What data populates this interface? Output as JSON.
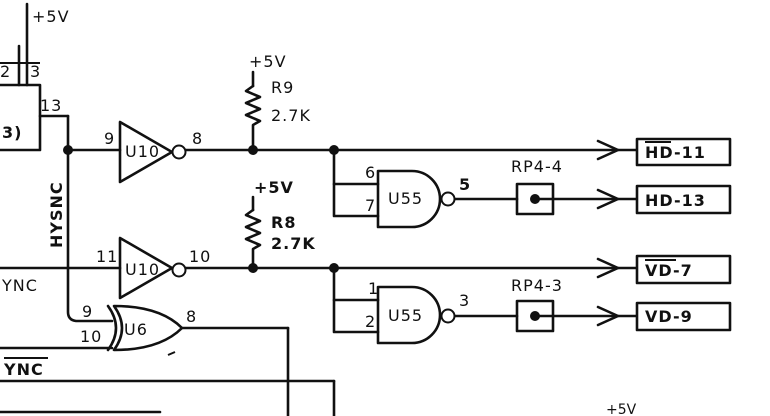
{
  "power": {
    "top_left": "+5V",
    "r9": "+5V",
    "r8": "+5V",
    "bottom_right": "+5V"
  },
  "ic_left": {
    "pin_2": "2",
    "pin_3": "3",
    "pin_13": "13",
    "fragment": "3)"
  },
  "nets": {
    "hysnc": "HYSNC",
    "ync": "YNC",
    "ync_bar": "YNC"
  },
  "u10_a": {
    "label": "U10",
    "pin_in": "9",
    "pin_out": "8"
  },
  "u10_b": {
    "label": "U10",
    "pin_in": "11",
    "pin_out": "10"
  },
  "r9": {
    "name": "R9",
    "value": "2.7K"
  },
  "r8": {
    "name": "R8",
    "value": "2.7K"
  },
  "u55_top": {
    "label": "U55",
    "pin_a": "6",
    "pin_b": "7",
    "pin_out": "5"
  },
  "u55_bottom": {
    "label": "U55",
    "pin_a": "1",
    "pin_b": "2",
    "pin_out": "3"
  },
  "u6": {
    "label": "U6",
    "pin_a": "9",
    "pin_b": "10",
    "pin_out": "8"
  },
  "rp_top": "RP4-4",
  "rp_bottom": "RP4-3",
  "outputs": {
    "hd11": "HD-11",
    "hd13": "HD-13",
    "vd7": "VD-7",
    "vd9": "VD-9"
  }
}
